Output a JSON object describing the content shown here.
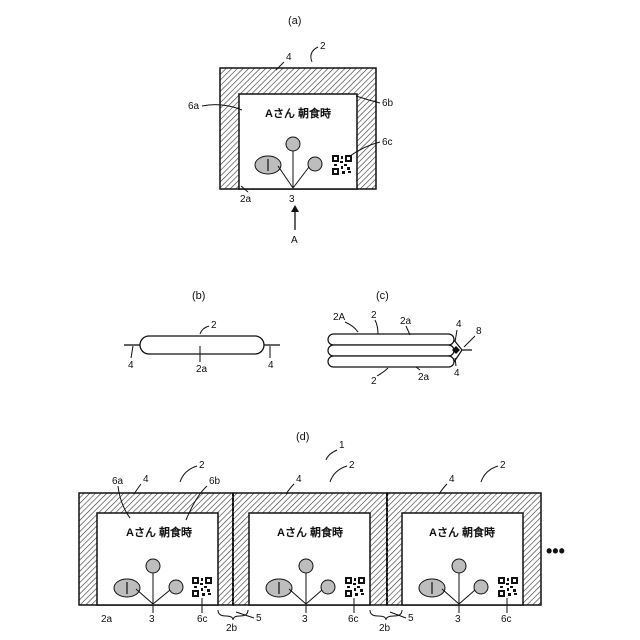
{
  "captions": {
    "a": "(a)",
    "b": "(b)",
    "c": "(c)",
    "d": "(d)"
  },
  "label_text": "Aさん 朝食時",
  "continuation": "•••",
  "fig_a": {
    "ref_2": "2",
    "ref_4": "4",
    "ref_6a": "6a",
    "ref_6b": "6b",
    "ref_6c": "6c",
    "ref_2a": "2a",
    "ref_3": "3",
    "arrow_A": "A"
  },
  "fig_b": {
    "ref_2": "2",
    "ref_2a": "2a",
    "ref_4_left": "4",
    "ref_4_right": "4"
  },
  "fig_c": {
    "ref_2A": "2A",
    "ref_2_top": "2",
    "ref_2a_top": "2a",
    "ref_4_top": "4",
    "ref_8": "8",
    "ref_2_bottom": "2",
    "ref_2a_bottom": "2a",
    "ref_4_bottom": "4"
  },
  "fig_d": {
    "ref_1": "1",
    "p1": {
      "ref_6a": "6a",
      "ref_4": "4",
      "ref_2": "2",
      "ref_6b": "6b",
      "ref_2a": "2a",
      "ref_3": "3",
      "ref_6c": "6c"
    },
    "p2": {
      "ref_4": "4",
      "ref_2": "2",
      "ref_3": "3",
      "ref_6c": "6c"
    },
    "p3": {
      "ref_4": "4",
      "ref_2": "2",
      "ref_3": "3",
      "ref_6c": "6c"
    },
    "ref_2b_1": "2b",
    "ref_5_1": "5",
    "ref_2b_2": "2b",
    "ref_5_2": "5"
  }
}
